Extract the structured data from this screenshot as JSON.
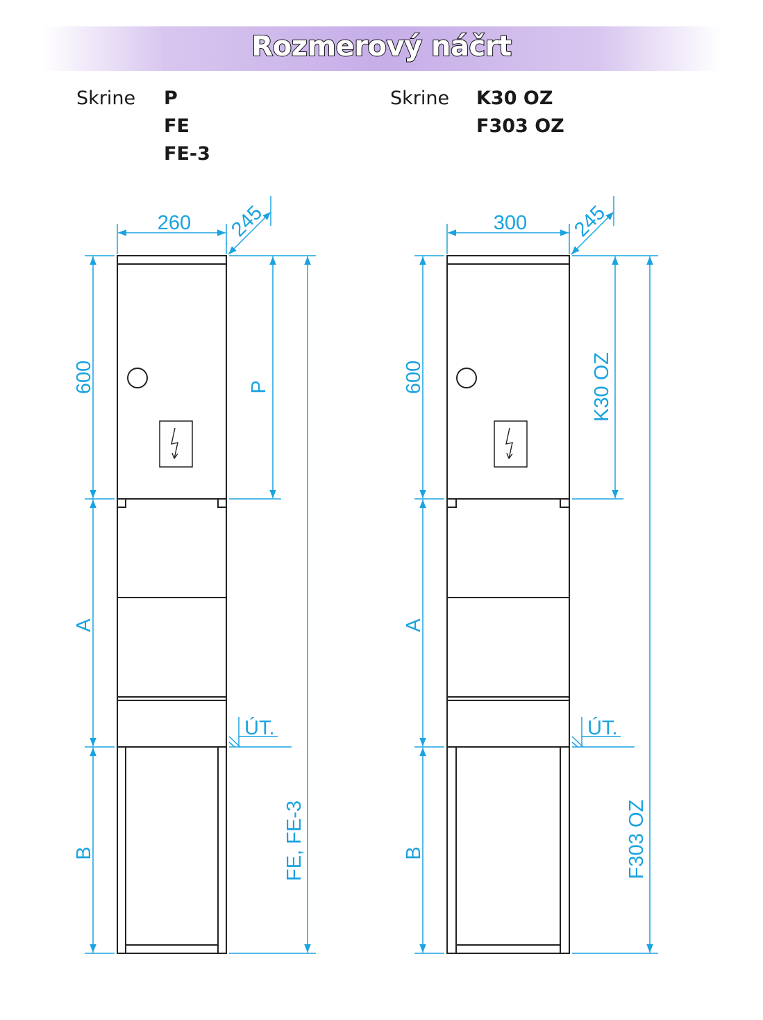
{
  "title": "Rozmerový náčrt",
  "left": {
    "skrine_label": "Skrine",
    "types": [
      "P",
      "FE",
      "FE-3"
    ],
    "dims": {
      "width": "260",
      "depth": "245",
      "top_height": "600",
      "section_top": "P",
      "section_mid": "A",
      "section_bottom": "B",
      "ut": "ÚT.",
      "total": "FE,  FE-3"
    }
  },
  "right": {
    "skrine_label": "Skrine",
    "types": [
      "K30 OZ",
      "F303 OZ"
    ],
    "dims": {
      "width": "300",
      "depth": "245",
      "top_height": "600",
      "section_top": "K30  OZ",
      "section_mid": "A",
      "section_bottom": "B",
      "ut": "ÚT.",
      "total": "F303 OZ"
    }
  },
  "colors": {
    "dimension": "#1aa3e0",
    "outline": "#222222",
    "banner": "#c6aee8"
  },
  "icons": [
    "lock-icon",
    "high-voltage-icon"
  ]
}
